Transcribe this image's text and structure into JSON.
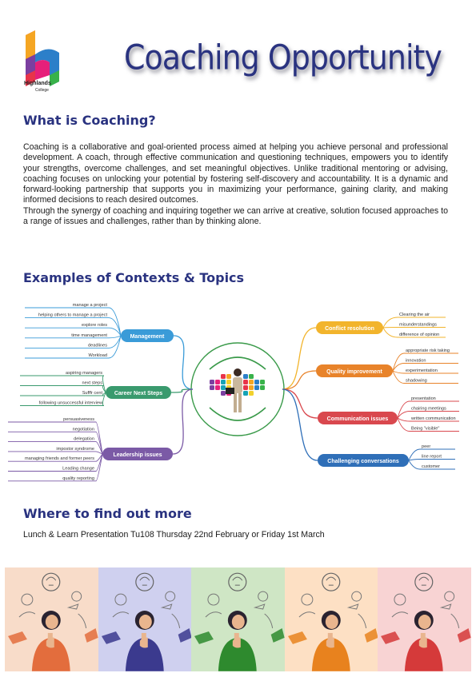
{
  "logo": {
    "name": "Highlands",
    "sub": "College"
  },
  "header": {
    "title": "Coaching Opportunity"
  },
  "section1": {
    "heading": "What is Coaching?",
    "paragraph1": "Coaching is a collaborative and goal-oriented process aimed at helping you achieve personal and professional development. A coach, through effective communication and questioning techniques, empowers you to identify your strengths, overcome challenges, and set meaningful objectives. Unlike traditional mentoring or advising, coaching focuses on unlocking your potential by fostering self-discovery and accountability. It is a dynamic and forward-looking partnership that supports you in maximizing your performance, gaining clarity, and making informed decisions to reach desired outcomes.",
    "paragraph2": "Through the synergy of coaching and inquiring together we can arrive at creative, solution focused approaches to a range of issues and challenges, rather than by thinking alone."
  },
  "section2": {
    "heading": "Examples of Contexts & Topics"
  },
  "mindmap": {
    "left": [
      {
        "label": "Management",
        "color": "#3a9bd8",
        "items": [
          "manage a project",
          "helping others to manage a project",
          "explore roles",
          "time management",
          "deadlines",
          "Workload"
        ]
      },
      {
        "label": "Career Next Steps",
        "color": "#3a9a6e",
        "items": [
          "aspiring managers",
          "next steps",
          "Sufffr cent",
          "following unsuccessful interview"
        ]
      },
      {
        "label": "Leadership issues",
        "color": "#7b5aa6",
        "items": [
          "persuasiveness",
          "negotiation",
          "delegation",
          "impostor syndrome",
          "managing friends and former peers",
          "Leading change",
          "quality reporting"
        ]
      }
    ],
    "right": [
      {
        "label": "Conflict resolution",
        "color": "#f2b42c",
        "items": [
          "Clearing the air",
          "misunderstandings",
          "difference of opinion"
        ]
      },
      {
        "label": "Quality improvement",
        "color": "#e8832a",
        "items": [
          "appropriate risk taking",
          "innovation",
          "experimentation",
          "shadowing"
        ]
      },
      {
        "label": "Communication issues",
        "color": "#d9484e",
        "items": [
          "presentation",
          "chairing meetings",
          "written communication",
          "Being \"visible\""
        ]
      },
      {
        "label": "Challenging conversations",
        "color": "#2f6fb8",
        "items": [
          "peer",
          "line report",
          "customer"
        ]
      }
    ]
  },
  "section3": {
    "heading": "Where to find out more"
  },
  "event": {
    "text": "Lunch & Learn Presentation Tu108  Thursday 22nd February or Friday 1st March"
  },
  "strip": {
    "panels": [
      {
        "bg": "#f8dcc9",
        "accent": "#e36d3d"
      },
      {
        "bg": "#cfd0ef",
        "accent": "#3b3a8e"
      },
      {
        "bg": "#cfe6c5",
        "accent": "#2e8a2e"
      },
      {
        "bg": "#fde0c4",
        "accent": "#e8821e"
      },
      {
        "bg": "#f8d3d3",
        "accent": "#d53a3a"
      }
    ]
  }
}
